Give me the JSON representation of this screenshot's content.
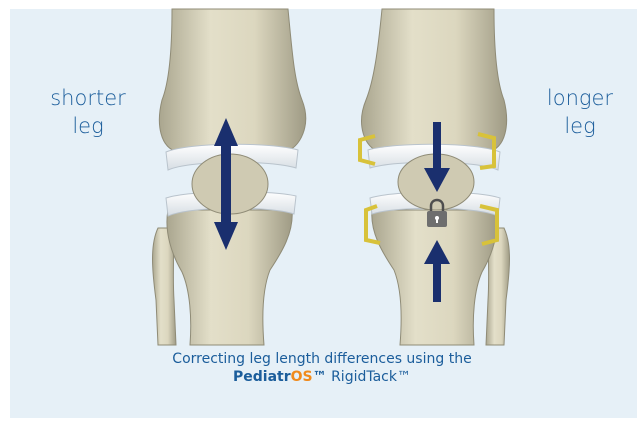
{
  "labels": {
    "left": {
      "line1": "shorter",
      "line2": "leg"
    },
    "right": {
      "line1": "longer",
      "line2": "leg"
    }
  },
  "caption": {
    "line1": "Correcting leg length differences using the",
    "brand_main": "Pediatr",
    "brand_os": "OS",
    "brand_tm": "™",
    "product": " RigidTack™"
  },
  "colors": {
    "panel_bg": "#e6f0f7",
    "text_blue": "#1b5d9b",
    "arrow_navy": "#1a2f6e",
    "brand_orange": "#f08a1c",
    "bone": "#d9d4bd",
    "implant_yellow": "#d8c23a",
    "lock_grey": "#6e6e6e"
  },
  "icons": [
    "double-arrow-icon",
    "arrow-down-icon",
    "arrow-up-icon",
    "lock-icon"
  ]
}
